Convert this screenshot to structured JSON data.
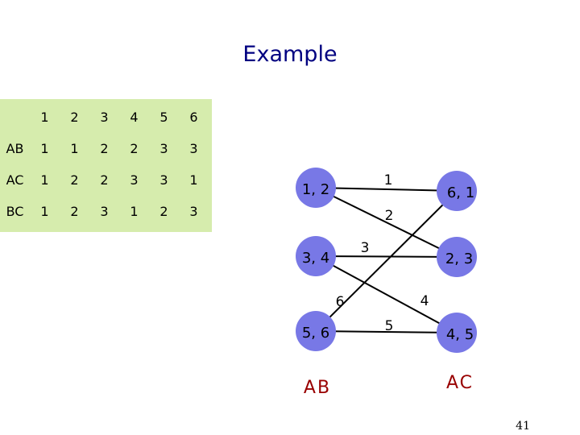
{
  "title": "Example",
  "table": {
    "header": [
      "",
      "1",
      "2",
      "3",
      "4",
      "5",
      "6"
    ],
    "rows": [
      {
        "label": "AB",
        "values": [
          "1",
          "1",
          "2",
          "2",
          "3",
          "3"
        ]
      },
      {
        "label": "AC",
        "values": [
          "1",
          "2",
          "2",
          "3",
          "3",
          "1"
        ]
      },
      {
        "label": "BC",
        "values": [
          "1",
          "2",
          "3",
          "1",
          "2",
          "3"
        ]
      }
    ]
  },
  "graph": {
    "left_nodes": [
      "1, 2",
      "3, 4",
      "5, 6"
    ],
    "right_nodes": [
      "6, 1",
      "2, 3",
      "4, 5"
    ],
    "edge_labels": [
      "1",
      "2",
      "3",
      "4",
      "5",
      "6"
    ],
    "left_caption": "AB",
    "right_caption": "AC"
  },
  "colors": {
    "table_bg": "#d6ecad",
    "node_fill": "#7878e6",
    "title": "#000080",
    "caption": "#990000"
  },
  "page_number": "41"
}
